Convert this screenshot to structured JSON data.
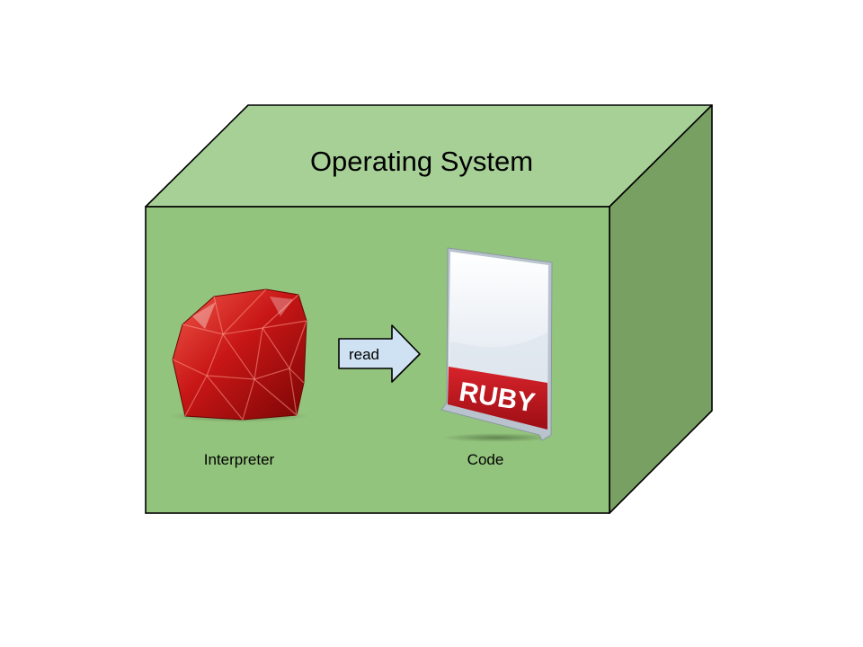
{
  "diagram": {
    "container_title": "Operating System",
    "interpreter": {
      "label": "Interpreter",
      "icon": "ruby-gem-icon"
    },
    "code": {
      "label": "Code",
      "icon": "ruby-document-icon",
      "badge_text": "RUBY"
    },
    "arrow": {
      "label": "read",
      "direction": "right"
    },
    "colors": {
      "box_front": "#93c47d",
      "box_top": "#a7d097",
      "box_side": "#78a063",
      "arrow_fill": "#cfe2f3",
      "ruby_red": "#c61a1a",
      "badge_red": "#c0141b"
    }
  }
}
